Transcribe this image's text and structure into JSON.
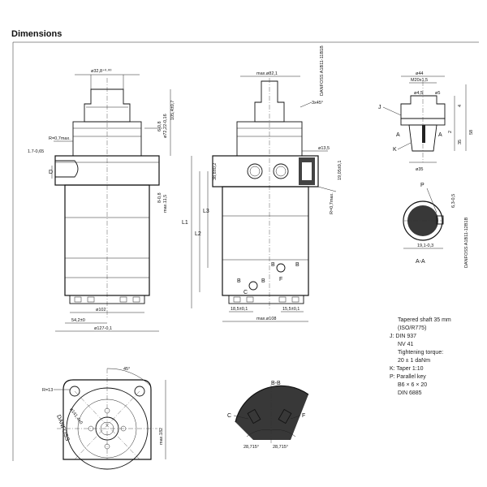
{
  "heading": "Dimensions",
  "front_view": {
    "d_top": "ø32,8⁺⁰·⁰⁰",
    "r_fillet": "R=0,7max.",
    "tol_a": "1.7-0,65",
    "d_label": "D",
    "dims_right": [
      "6-0,8",
      "ø72,22-0,16",
      "105,4±0,7",
      "8-0,8",
      "max.11,5"
    ],
    "d_bottom_1": "ø102",
    "d_bottom_2": "54,2±0",
    "d_bottom_3": "ø127-0,1"
  },
  "side_view": {
    "top_dim": "max.ø82,1",
    "stamp": "DANFOSS A1B11-11B1B",
    "angle": "3x45°",
    "port_dim": "ø13,5",
    "right_dims": [
      "19,05±0,1",
      "R=0,7max."
    ],
    "left_dims": [
      "38,8±0,2",
      "L1",
      "L2",
      "L3"
    ],
    "port_labels": [
      "B",
      "B",
      "B",
      "B",
      "C",
      "F"
    ],
    "bottom_dims": [
      "18,5±0,1",
      "15,5±0,1",
      "max.ø108"
    ]
  },
  "section_shaft": {
    "dims_top": [
      "ø44",
      "M20x1,5",
      "ø4,5",
      "ø5"
    ],
    "dims_right": [
      "4",
      "35",
      "58",
      "2"
    ],
    "dims_left": [
      "J",
      "K"
    ],
    "markers": [
      "A",
      "A"
    ],
    "bottom_dim": "ø35",
    "label": "A-A",
    "key_labels": [
      "P",
      "6,3-0,5",
      "19,1-0,3"
    ],
    "stamp": "DANFOSS A1B11-12B1B"
  },
  "spec_note": {
    "lines": [
      "Tapered shaft 35 mm",
      "(ISO/R775)",
      "J:  DIN 937",
      "NV 41",
      "Tightening torque:",
      "20 ± 1 daNm",
      "K:  Taper 1:10",
      "P:  Parallel key",
      "B6 × 6 × 20",
      "DIN 6885"
    ]
  },
  "flange_view": {
    "angle": "45°",
    "radius": "R=13",
    "bolt_circle": "ø141,4±0",
    "brand": "DANFOSS",
    "side_dim": "max.182"
  },
  "section_bb": {
    "label": "B-B",
    "left_port": "C",
    "right_port": "F",
    "angle_left": "28,715°",
    "angle_right": "28,715°"
  }
}
